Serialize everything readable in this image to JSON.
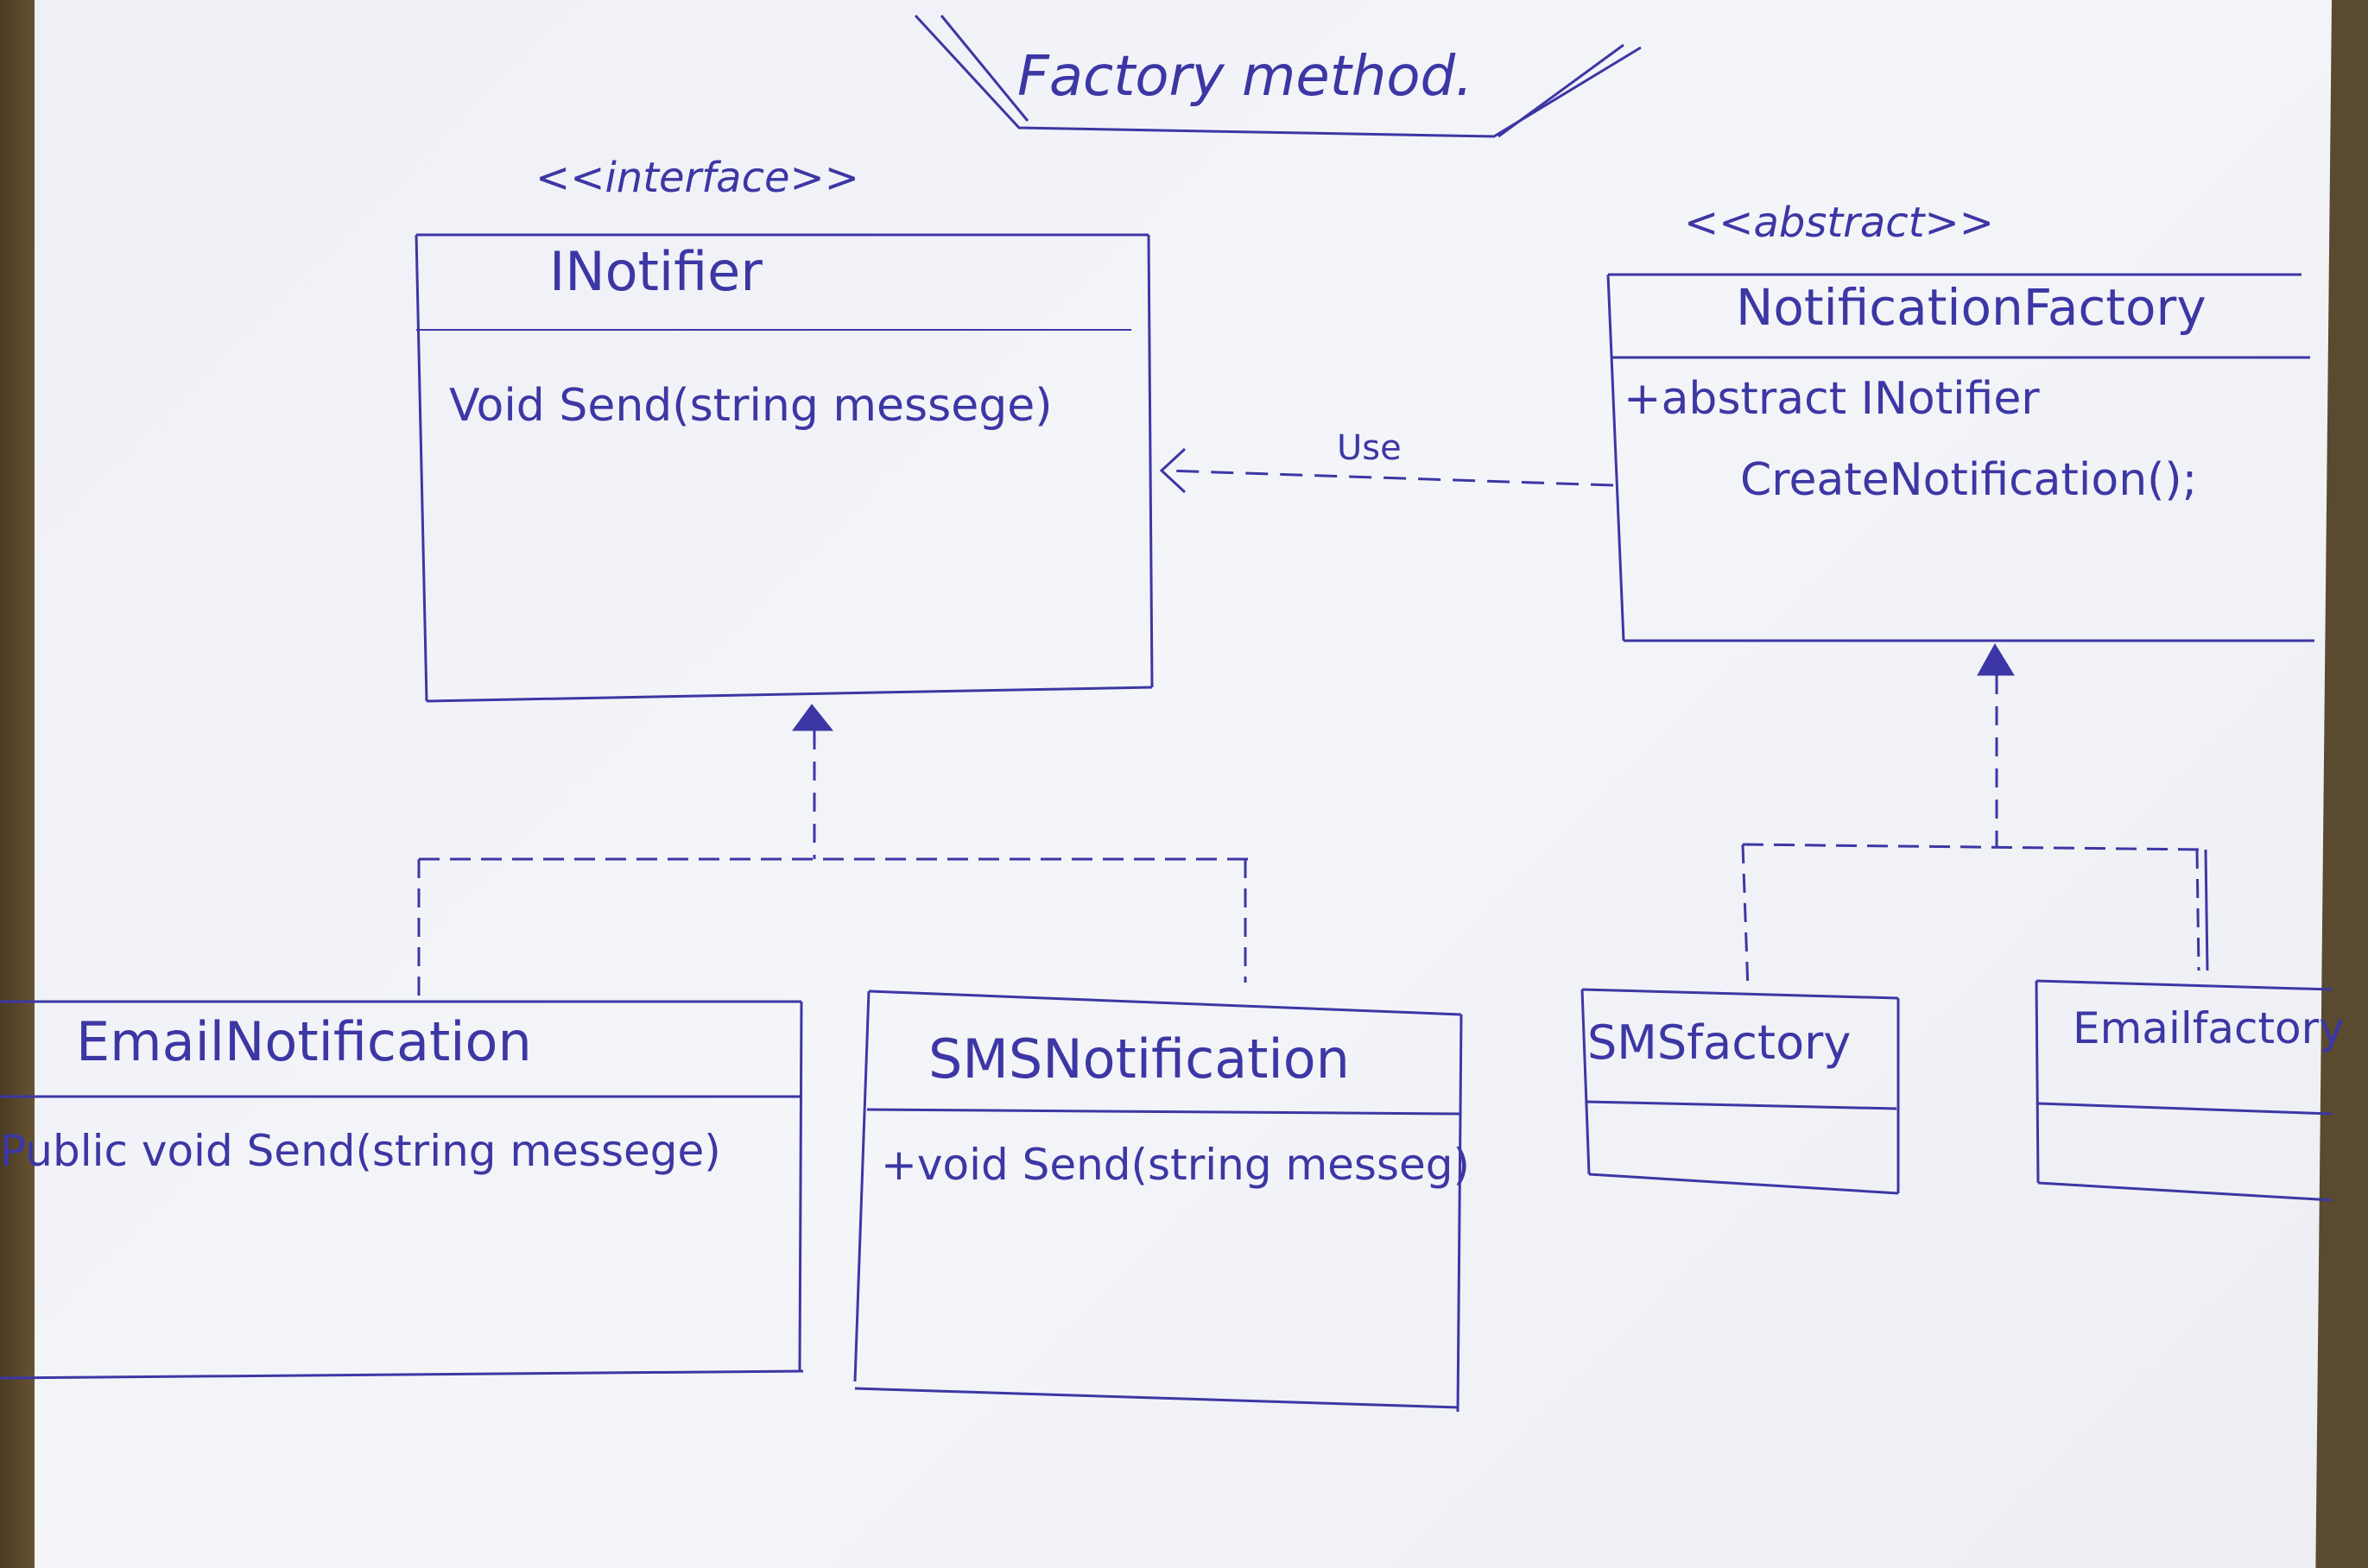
{
  "title": "Factory method.",
  "classes": {
    "inotifier": {
      "stereotype": "<<interface>>",
      "name": "INotifier",
      "members": [
        "Void Send(string messege)"
      ]
    },
    "notification_factory": {
      "stereotype": "<<abstract>>",
      "name": "NotificationFactory",
      "members": [
        "+abstract INotifier",
        "CreateNotification();"
      ]
    },
    "email_notification": {
      "name": "EmailNotification",
      "members": [
        "Public void Send(string messege)"
      ]
    },
    "sms_notification": {
      "name": "SMSNotification",
      "members": [
        "+void Send(string messeg)"
      ]
    },
    "sms_factory": {
      "name": "SMSfactory"
    },
    "email_factory": {
      "name": "Emailfactory"
    }
  },
  "relations": {
    "use_label": "Use"
  },
  "colors": {
    "ink": "#3c37a4",
    "paper": "#f2f3f7",
    "background": "#5a4a30"
  }
}
